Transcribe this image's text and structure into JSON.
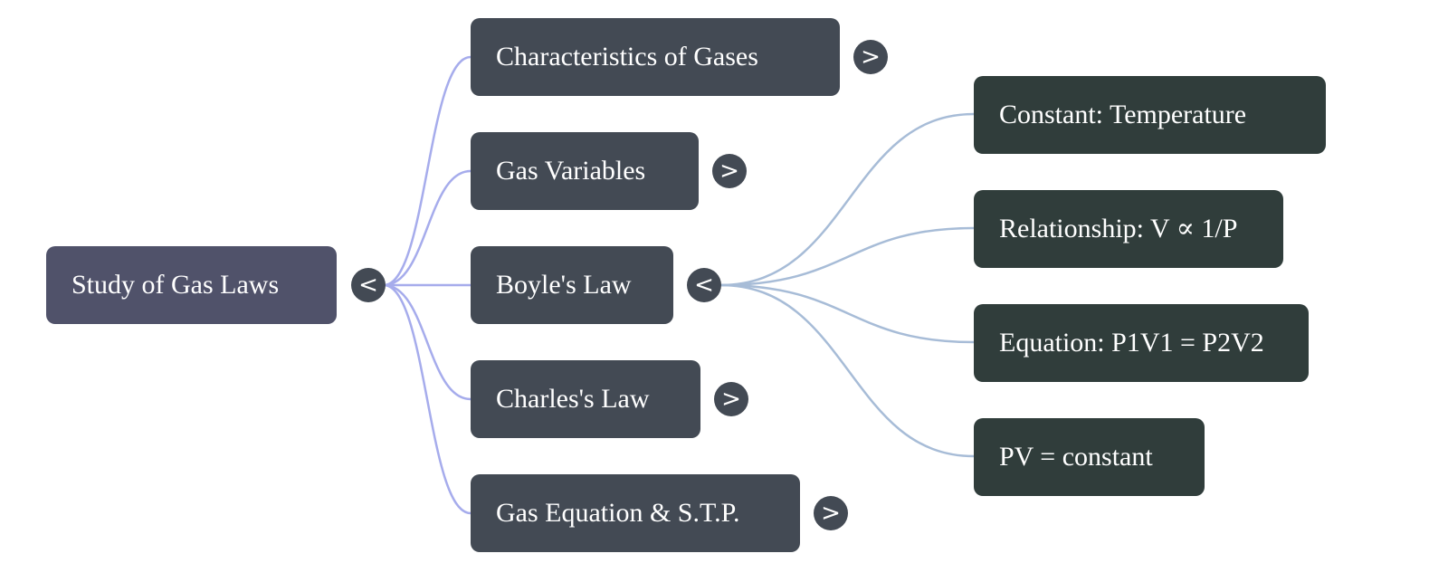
{
  "colors": {
    "root": "#50526a",
    "branch": "#434a54",
    "leaf": "#303d3b",
    "link_root": "#a6acec",
    "link_leaf": "#a7bcd7"
  },
  "root": {
    "label": "Study of Gas Laws",
    "toggle": "<"
  },
  "branches": [
    {
      "label": "Characteristics of Gases",
      "toggle": ">"
    },
    {
      "label": "Gas Variables",
      "toggle": ">"
    },
    {
      "label": "Boyle's Law",
      "toggle": "<"
    },
    {
      "label": "Charles's Law",
      "toggle": ">"
    },
    {
      "label": "Gas Equation & S.T.P.",
      "toggle": ">"
    }
  ],
  "boyle_children": [
    {
      "label": "Constant: Temperature"
    },
    {
      "label": "Relationship: V ∝ 1/P"
    },
    {
      "label": "Equation: P1V1 = P2V2"
    },
    {
      "label": "PV = constant"
    }
  ]
}
